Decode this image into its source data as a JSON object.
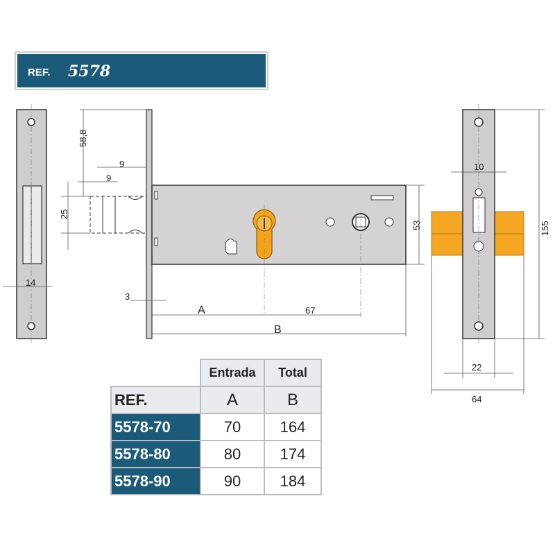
{
  "banner": {
    "ref_label": "REF.",
    "ref_number": "5578"
  },
  "dimensions": {
    "strike_width": "14",
    "backset_top": "58,8",
    "bolt_throw_1": "9",
    "bolt_throw_2": "9",
    "bolt_height": "25",
    "faceplate_thickness": "3",
    "entrada": "A",
    "center_distance": "67",
    "total": "B",
    "body_height": "53",
    "faceplate_height": "155",
    "bolt_width": "10",
    "faceplate_width": "22",
    "overall_width": "64"
  },
  "table": {
    "headers": {
      "entrada": "Entrada",
      "total": "Total",
      "ref": "REF.",
      "a": "A",
      "b": "B"
    },
    "rows": [
      {
        "ref": "5578-70",
        "a": "70",
        "b": "164"
      },
      {
        "ref": "5578-80",
        "a": "80",
        "b": "174"
      },
      {
        "ref": "5578-90",
        "a": "90",
        "b": "184"
      }
    ]
  },
  "colors": {
    "brand": "#1b5a78",
    "cylinder": "#f2a51c",
    "bolt_block": "#f5a623",
    "plate": "#cfcdcd"
  }
}
